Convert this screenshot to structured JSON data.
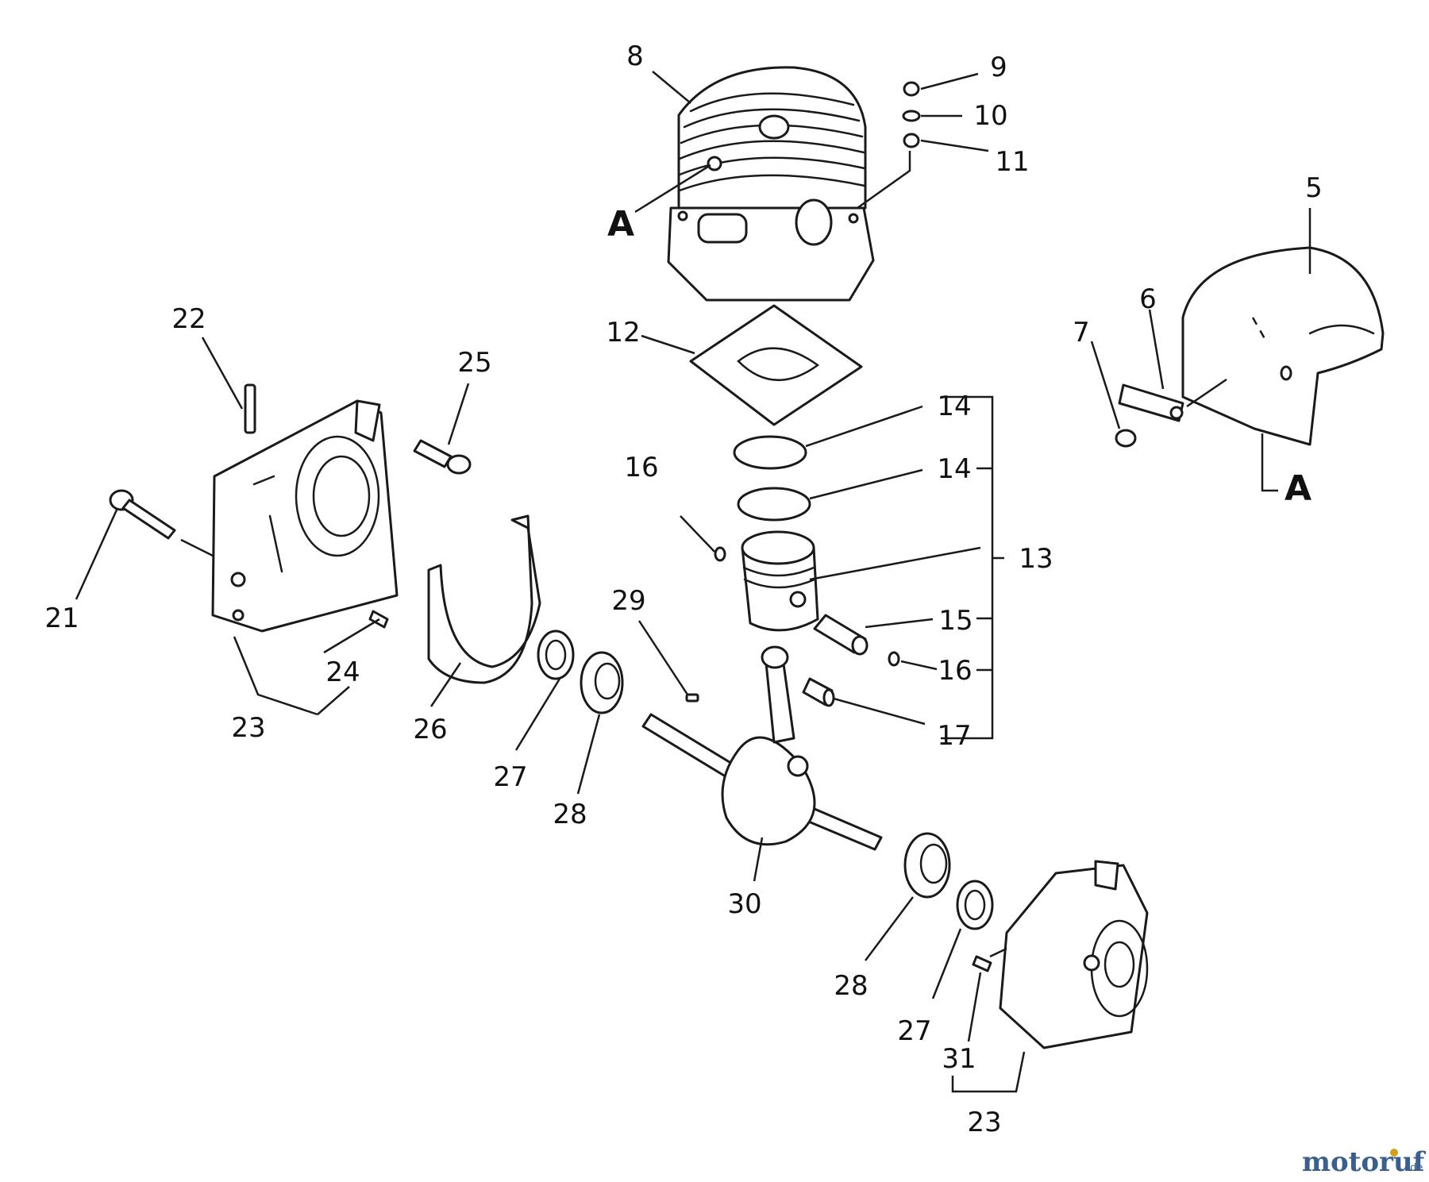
{
  "callouts": {
    "p5": "5",
    "p6": "6",
    "p7": "7",
    "p8": "8",
    "p9": "9",
    "p10": "10",
    "p11": "11",
    "p12": "12",
    "p13": "13",
    "p14a": "14",
    "p14b": "14",
    "p15": "15",
    "p16a": "16",
    "p16b": "16",
    "p17": "17",
    "p21": "21",
    "p22": "22",
    "p23a": "23",
    "p23b": "23",
    "p24": "24",
    "p25": "25",
    "p26": "26",
    "p27a": "27",
    "p27b": "27",
    "p28a": "28",
    "p28b": "28",
    "p29": "29",
    "p30": "30",
    "p31": "31"
  },
  "references": {
    "a_cylinder": "A",
    "a_shroud": "A"
  },
  "watermark": {
    "brand_main": "motoruf",
    "brand_tld": ".de"
  },
  "colors": {
    "line": "#1a1a1a",
    "brand_text": "#3a5f8f",
    "brand_dot": "#d4a017"
  }
}
